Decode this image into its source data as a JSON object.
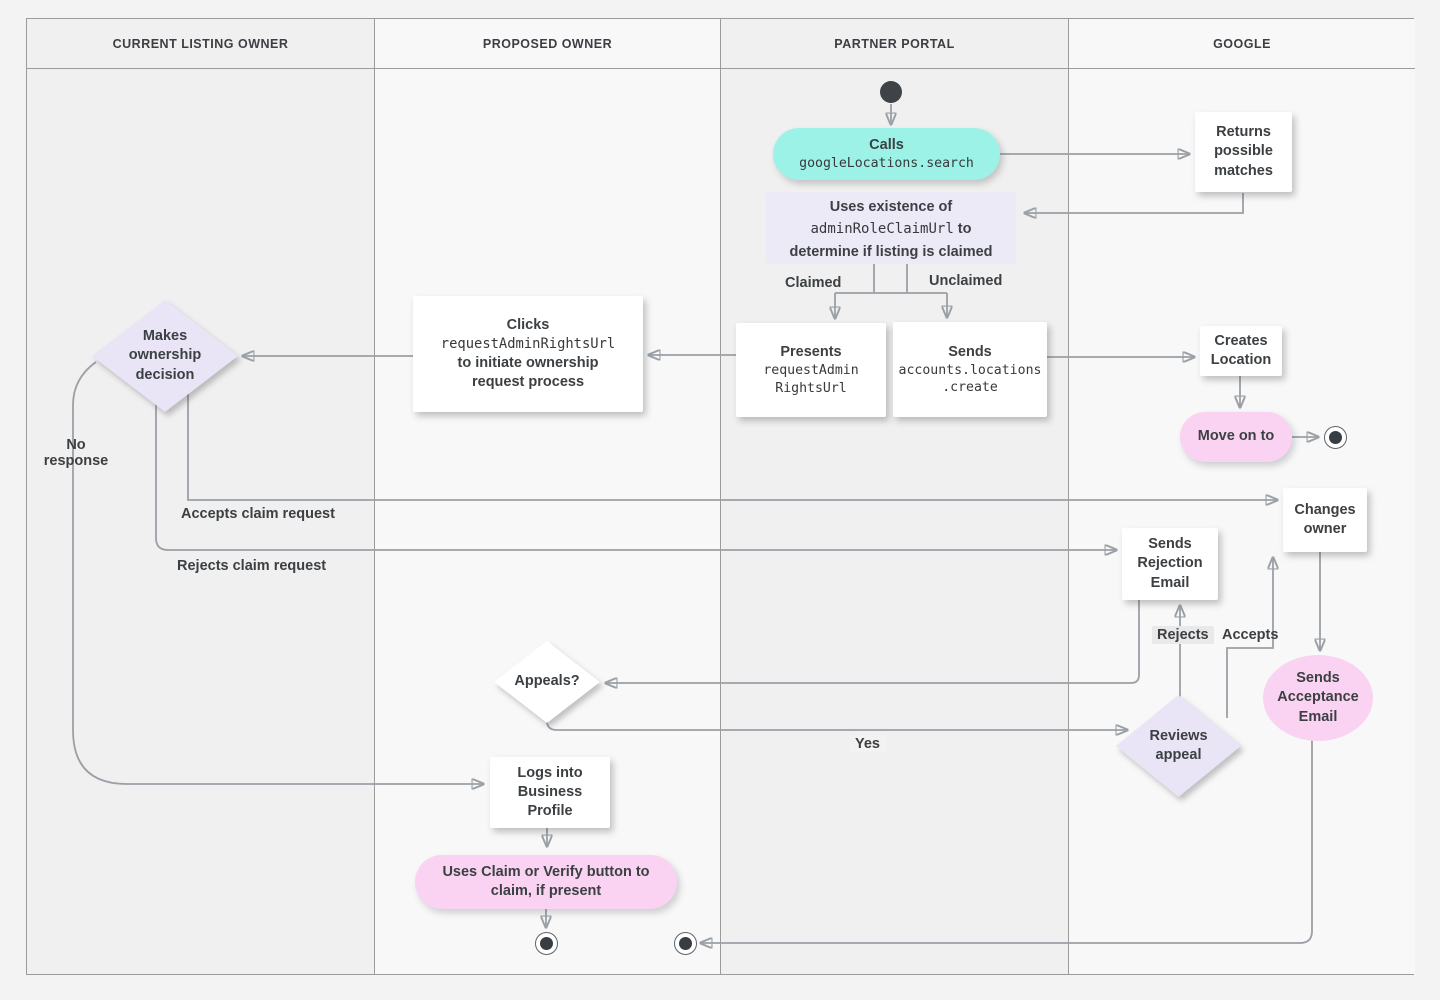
{
  "lanes": [
    {
      "title": "CURRENT LISTING OWNER"
    },
    {
      "title": "PROPOSED OWNER"
    },
    {
      "title": "PARTNER PORTAL"
    },
    {
      "title": "GOOGLE"
    }
  ],
  "nodes": {
    "calls": {
      "title": "Calls",
      "code": "googleLocations.search"
    },
    "returns_matches": {
      "text": "Returns possible matches"
    },
    "uses_existence": {
      "pre": "Uses existence of ",
      "code": "adminRoleClaimUrl",
      "post": " to determine if listing is claimed"
    },
    "presents": {
      "title": "Presents",
      "code_line1": "requestAdmin",
      "code_line2": "RightsUrl"
    },
    "sends_create": {
      "title": "Sends",
      "code_line1": "accounts.locations",
      "code_line2": ".create"
    },
    "creates_location": {
      "text": "Creates Location"
    },
    "move_on_to": {
      "text": "Move on to"
    },
    "clicks": {
      "title": "Clicks",
      "code": "requestAdminRightsUrl",
      "post": "to initiate ownership request process"
    },
    "makes_decision": {
      "text": "Makes ownership decision"
    },
    "changes_owner": {
      "text": "Changes owner"
    },
    "sends_rejection": {
      "text": "Sends Rejection Email"
    },
    "sends_acceptance": {
      "text": "Sends Acceptance Email"
    },
    "appeals": {
      "text": "Appeals?"
    },
    "reviews_appeal": {
      "text": "Reviews appeal"
    },
    "logs_into": {
      "text": "Logs into Business Profile"
    },
    "uses_claim": {
      "text": "Uses Claim or Verify button to claim, if present"
    }
  },
  "edge_labels": {
    "claimed": "Claimed",
    "unclaimed": "Unclaimed",
    "no_response": "No response",
    "accepts_claim": "Accepts claim request",
    "rejects_claim": "Rejects claim request",
    "rejects": "Rejects",
    "accepts": "Accepts",
    "yes": "Yes"
  },
  "colors": {
    "teal": "#9df2e8",
    "lavender_diamond": "#e9e4f6",
    "lavender_box": "#edeaf8",
    "pink": "#fad3f2",
    "line": "#9aa0a6",
    "arrowhead": "#7b838a",
    "text": "#3c4043"
  }
}
